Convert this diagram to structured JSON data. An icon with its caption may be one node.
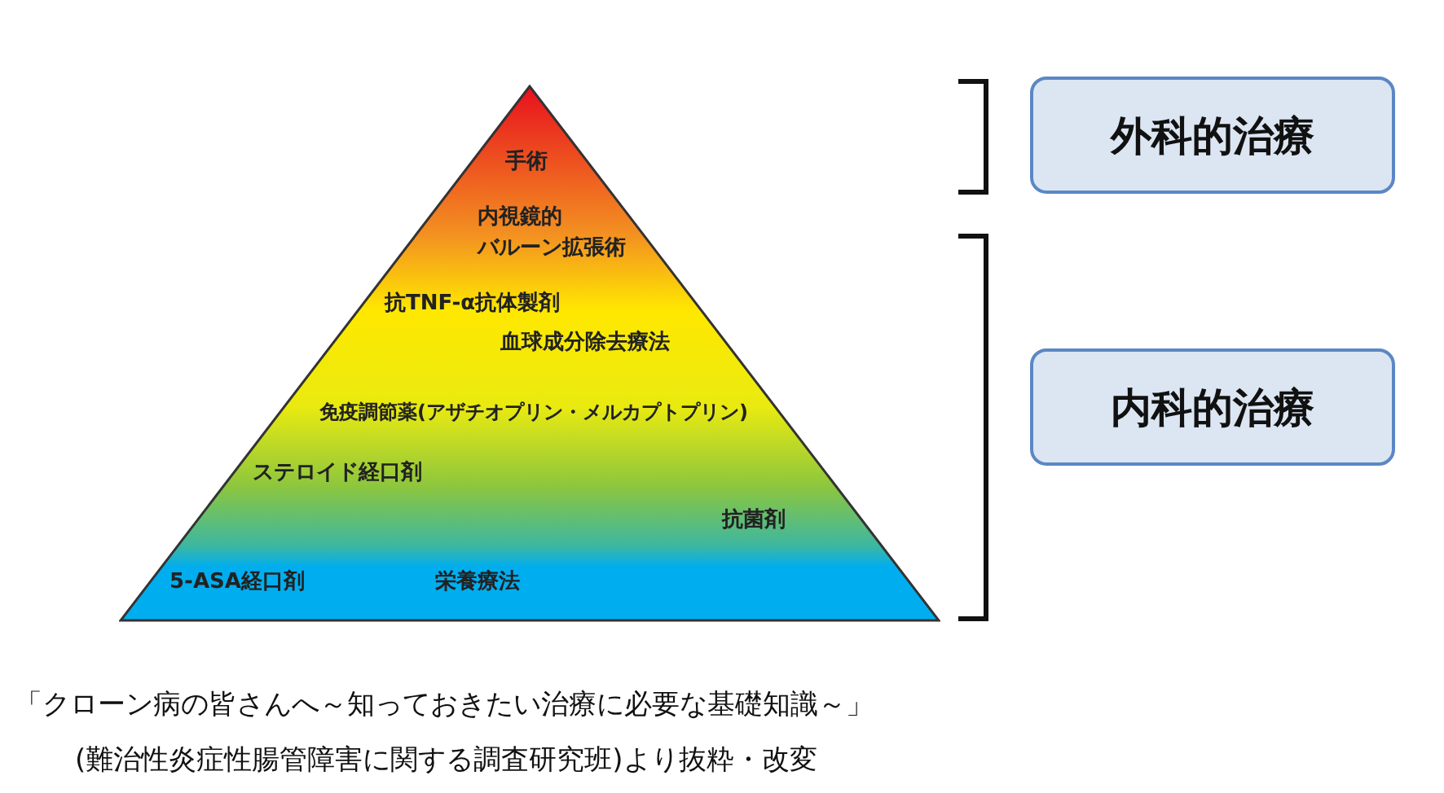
{
  "diagram": {
    "nodes": [
      {
        "text": [
          "手術",
          "内視鏡的バルーン拡張術",
          "抗TNF-α抗体製剤",
          "血球成分除去療法",
          "免疫調節薬(アザチオプリン・メルカプトプリン)",
          "ステロイド経口剤",
          "抗菌剤",
          "5-ASA経口剤",
          "栄養療法"
        ]
      },
      {
        "text": [
          "外科的治療"
        ]
      },
      {
        "text": [
          "内科的治療"
        ]
      }
    ],
    "labels": [
      "「クローン病の皆さんへ～知っておきたい治療に必要な基礎知識～」",
      "(難治性炎症性腸管障害に関する調査研究班)より抜粋・改変"
    ]
  }
}
